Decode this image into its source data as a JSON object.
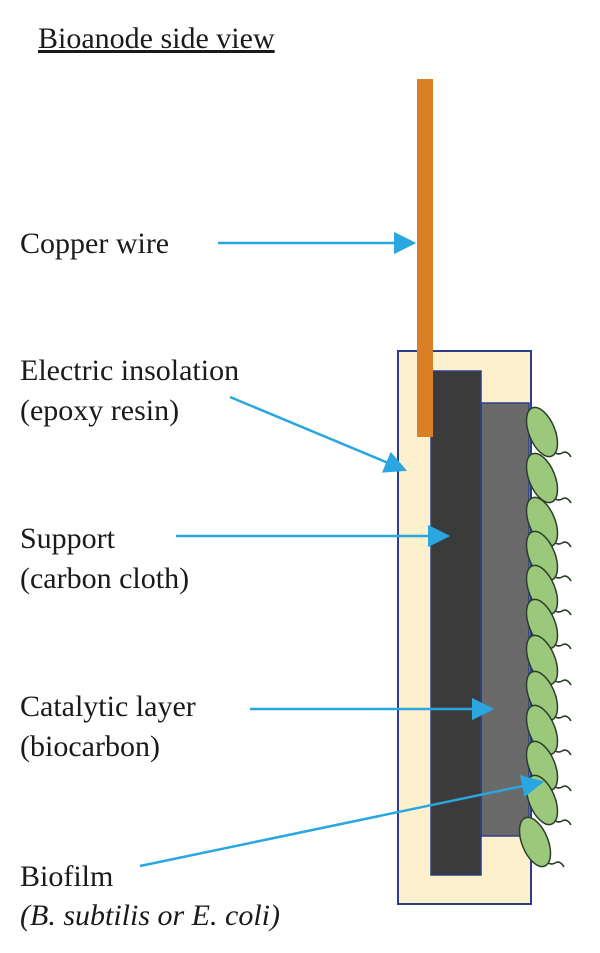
{
  "title": "Bioanode side view",
  "labels": {
    "copper_wire": "Copper wire",
    "insulation_line1": "Electric insolation",
    "insulation_line2": "(epoxy resin)",
    "support_line1": "Support",
    "support_line2": "(carbon cloth)",
    "catalytic_line1": "Catalytic layer",
    "catalytic_line2": "(biocarbon)",
    "biofilm_line1": "Biofilm",
    "biofilm_line2": "(B. subtilis or E. coli)"
  },
  "colors": {
    "copper": "#d98027",
    "epoxy_fill": "#fdf0cd",
    "epoxy_border": "#2c3f86",
    "carbon_cloth": "#3b3b3b",
    "biocarbon": "#6a6a6a",
    "bacteria_fill": "#9bc87b",
    "bacteria_stroke": "#2c3e2a",
    "arrow": "#2aa6e0"
  }
}
